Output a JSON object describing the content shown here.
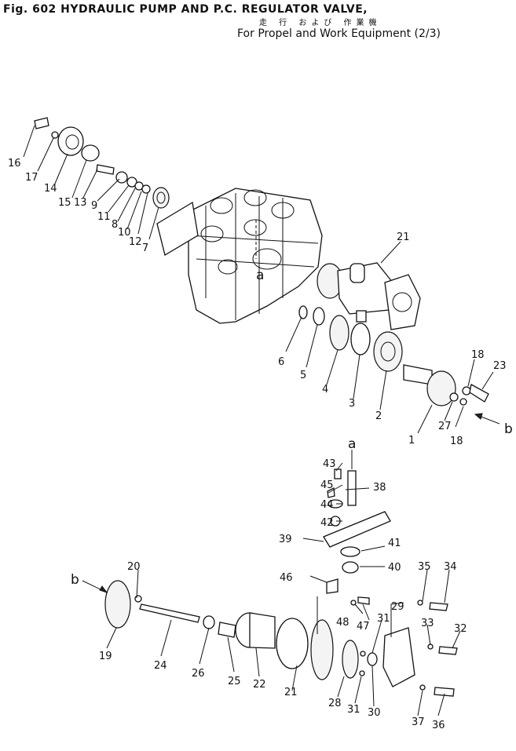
{
  "header": {
    "fig_title": "Fig. 602  HYDRAULIC PUMP AND P.C. REGULATOR VALVE,",
    "japanese_subtitle": "走 行 および 作業機",
    "english_subtitle": "For Propel and Work Equipment (2/3)"
  },
  "part_numbers": [
    "1",
    "2",
    "3",
    "4",
    "5",
    "6",
    "7",
    "8",
    "9",
    "10",
    "11",
    "12",
    "13",
    "14",
    "15",
    "16",
    "17",
    "18",
    "18",
    "19",
    "20",
    "21",
    "21",
    "22",
    "23",
    "24",
    "25",
    "26",
    "27",
    "28",
    "29",
    "30",
    "31",
    "31",
    "32",
    "33",
    "34",
    "35",
    "36",
    "37",
    "38",
    "39",
    "40",
    "41",
    "42",
    "43",
    "44",
    "45",
    "46",
    "47",
    "48"
  ],
  "reference_marks": [
    "a",
    "a",
    "b",
    "b"
  ]
}
